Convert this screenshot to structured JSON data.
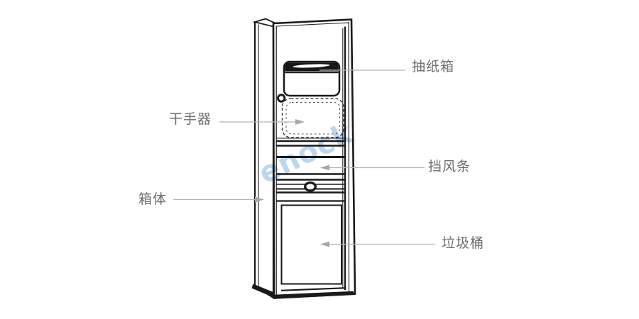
{
  "diagram": {
    "title": "paper-dispenser-cabinet-diagram",
    "watermark": {
      "text": "enock",
      "color": "#9fc5e8"
    },
    "labels": {
      "paper_box": "抽纸箱",
      "hand_dryer": "干手器",
      "wind_strip": "挡风条",
      "cabinet_body": "箱体",
      "trash_bin": "垃圾桶"
    },
    "colors": {
      "outline": "#1a1a1a",
      "leader_line": "#b5b5b5",
      "arrowhead": "#a8a8a8",
      "label_text": "#6e6e6e",
      "background": "#ffffff"
    }
  }
}
